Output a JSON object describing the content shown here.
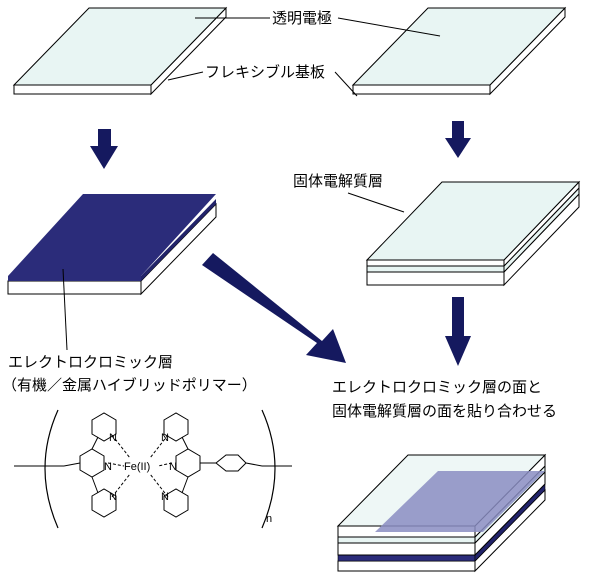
{
  "labels": {
    "transparent_electrode": "透明電極",
    "flexible_substrate": "フレキシブル基板",
    "solid_electrolyte_layer": "固体電解質層",
    "ec_layer_line1": "エレクトロクロミック層",
    "ec_layer_line2": "（有機／金属ハイブリッドポリマー）",
    "bond_step_line1": "エレクトロクロミック層の面と",
    "bond_step_line2": "固体電解質層の面を貼り合わせる"
  },
  "chemistry": {
    "metal_center": "Fe(II)",
    "nitrogen": "N",
    "subscript": "n"
  },
  "colors": {
    "ec_layer": "#2b2c7a",
    "arrow": "#15195f",
    "glass": "#e8f5f3",
    "ec_tinted": "#8a8dc2"
  }
}
